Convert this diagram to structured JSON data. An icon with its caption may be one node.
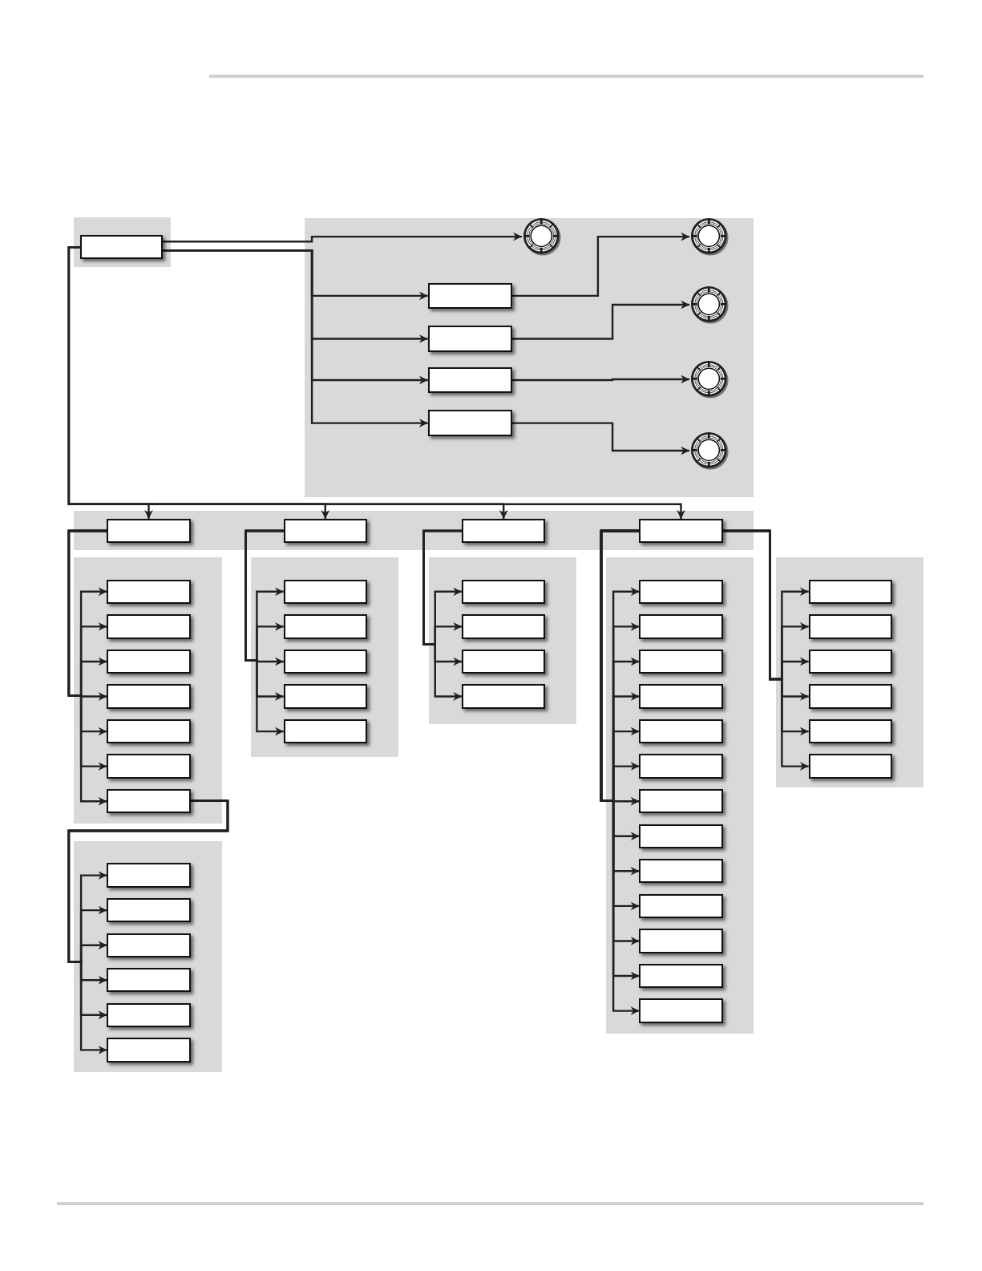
{
  "diagram": {
    "nodes": [
      {
        "text": [],
        "shape": "box"
      },
      {
        "text": [],
        "shape": "circle"
      },
      {
        "text": [],
        "shape": "box"
      },
      {
        "text": [],
        "shape": "box"
      },
      {
        "text": [],
        "shape": "box"
      },
      {
        "text": [],
        "shape": "box"
      },
      {
        "text": [],
        "shape": "circle"
      },
      {
        "text": [],
        "shape": "circle"
      },
      {
        "text": [],
        "shape": "circle"
      },
      {
        "text": [],
        "shape": "circle"
      },
      {
        "text": [],
        "shape": "box"
      },
      {
        "text": [],
        "shape": "box"
      },
      {
        "text": [],
        "shape": "box"
      },
      {
        "text": [],
        "shape": "box"
      },
      {
        "text": [],
        "shape": "box"
      },
      {
        "text": [],
        "shape": "box"
      },
      {
        "text": [],
        "shape": "box"
      },
      {
        "text": [],
        "shape": "box"
      },
      {
        "text": [],
        "shape": "box"
      },
      {
        "text": [],
        "shape": "box"
      },
      {
        "text": [],
        "shape": "box"
      },
      {
        "text": [],
        "shape": "box"
      },
      {
        "text": [],
        "shape": "box"
      },
      {
        "text": [],
        "shape": "box"
      },
      {
        "text": [],
        "shape": "box"
      },
      {
        "text": [],
        "shape": "box"
      },
      {
        "text": [],
        "shape": "box"
      },
      {
        "text": [],
        "shape": "box"
      },
      {
        "text": [],
        "shape": "box"
      },
      {
        "text": [],
        "shape": "box"
      },
      {
        "text": [],
        "shape": "box"
      },
      {
        "text": [],
        "shape": "box"
      },
      {
        "text": [],
        "shape": "box"
      },
      {
        "text": [],
        "shape": "box"
      },
      {
        "text": [],
        "shape": "box"
      },
      {
        "text": [],
        "shape": "box"
      },
      {
        "text": [],
        "shape": "box"
      },
      {
        "text": [],
        "shape": "box"
      },
      {
        "text": [],
        "shape": "box"
      },
      {
        "text": [],
        "shape": "box"
      },
      {
        "text": [],
        "shape": "box"
      },
      {
        "text": [],
        "shape": "box"
      },
      {
        "text": [],
        "shape": "box"
      },
      {
        "text": [],
        "shape": "box"
      },
      {
        "text": [],
        "shape": "box"
      },
      {
        "text": [],
        "shape": "box"
      },
      {
        "text": [],
        "shape": "box"
      },
      {
        "text": [],
        "shape": "box"
      },
      {
        "text": [],
        "shape": "box"
      },
      {
        "text": [],
        "shape": "box"
      },
      {
        "text": [],
        "shape": "box"
      },
      {
        "text": [],
        "shape": "box"
      },
      {
        "text": [],
        "shape": "box"
      },
      {
        "text": [],
        "shape": "box"
      },
      {
        "text": [],
        "shape": "box"
      }
    ],
    "edges": [
      {
        "from": 0,
        "to": 1,
        "arrow": "to"
      },
      {
        "from": 0,
        "to": 2,
        "arrow": "to"
      },
      {
        "from": 0,
        "to": 3,
        "arrow": "to"
      },
      {
        "from": 0,
        "to": 4,
        "arrow": "to"
      },
      {
        "from": 0,
        "to": 5,
        "arrow": "to"
      },
      {
        "from": 2,
        "to": 6,
        "arrow": "to"
      },
      {
        "from": 3,
        "to": 7,
        "arrow": "to"
      },
      {
        "from": 4,
        "to": 8,
        "arrow": "to"
      },
      {
        "from": 5,
        "to": 9,
        "arrow": "to"
      },
      {
        "from": 0,
        "to": 10,
        "arrow": "to"
      },
      {
        "from": 0,
        "to": 11,
        "arrow": "to"
      },
      {
        "from": 0,
        "to": 12,
        "arrow": "to"
      },
      {
        "from": 0,
        "to": 13,
        "arrow": "to"
      },
      {
        "from": 10,
        "to": 14,
        "arrow": "to"
      },
      {
        "from": 10,
        "to": 15,
        "arrow": "to"
      },
      {
        "from": 10,
        "to": 16,
        "arrow": "to"
      },
      {
        "from": 10,
        "to": 17,
        "arrow": "to"
      },
      {
        "from": 10,
        "to": 18,
        "arrow": "to"
      },
      {
        "from": 10,
        "to": 19,
        "arrow": "to"
      },
      {
        "from": 10,
        "to": 20,
        "arrow": "to"
      },
      {
        "from": 11,
        "to": 21,
        "arrow": "to"
      },
      {
        "from": 11,
        "to": 22,
        "arrow": "to"
      },
      {
        "from": 11,
        "to": 23,
        "arrow": "to"
      },
      {
        "from": 11,
        "to": 24,
        "arrow": "to"
      },
      {
        "from": 11,
        "to": 25,
        "arrow": "to"
      },
      {
        "from": 12,
        "to": 26,
        "arrow": "to"
      },
      {
        "from": 12,
        "to": 27,
        "arrow": "to"
      },
      {
        "from": 12,
        "to": 28,
        "arrow": "to"
      },
      {
        "from": 12,
        "to": 29,
        "arrow": "to"
      },
      {
        "from": 13,
        "to": 30,
        "arrow": "to"
      },
      {
        "from": 13,
        "to": 31,
        "arrow": "to"
      },
      {
        "from": 13,
        "to": 32,
        "arrow": "to"
      },
      {
        "from": 13,
        "to": 33,
        "arrow": "to"
      },
      {
        "from": 13,
        "to": 34,
        "arrow": "to"
      },
      {
        "from": 13,
        "to": 35,
        "arrow": "to"
      },
      {
        "from": 13,
        "to": 36,
        "arrow": "to"
      },
      {
        "from": 13,
        "to": 37,
        "arrow": "to"
      },
      {
        "from": 13,
        "to": 38,
        "arrow": "to"
      },
      {
        "from": 13,
        "to": 39,
        "arrow": "to"
      },
      {
        "from": 13,
        "to": 40,
        "arrow": "to"
      },
      {
        "from": 13,
        "to": 41,
        "arrow": "to"
      },
      {
        "from": 13,
        "to": 42,
        "arrow": "to"
      },
      {
        "from": 13,
        "to": 43,
        "arrow": "to"
      },
      {
        "from": 13,
        "to": 44,
        "arrow": "to"
      },
      {
        "from": 13,
        "to": 45,
        "arrow": "to"
      },
      {
        "from": 13,
        "to": 46,
        "arrow": "to"
      },
      {
        "from": 13,
        "to": 47,
        "arrow": "to"
      },
      {
        "from": 13,
        "to": 48,
        "arrow": "to"
      },
      {
        "from": 20,
        "to": 49,
        "arrow": "to"
      },
      {
        "from": 20,
        "to": 50,
        "arrow": "to"
      },
      {
        "from": 20,
        "to": 51,
        "arrow": "to"
      },
      {
        "from": 20,
        "to": 52,
        "arrow": "to"
      },
      {
        "from": 20,
        "to": 53,
        "arrow": "to"
      },
      {
        "from": 20,
        "to": 54,
        "arrow": "to"
      }
    ]
  }
}
